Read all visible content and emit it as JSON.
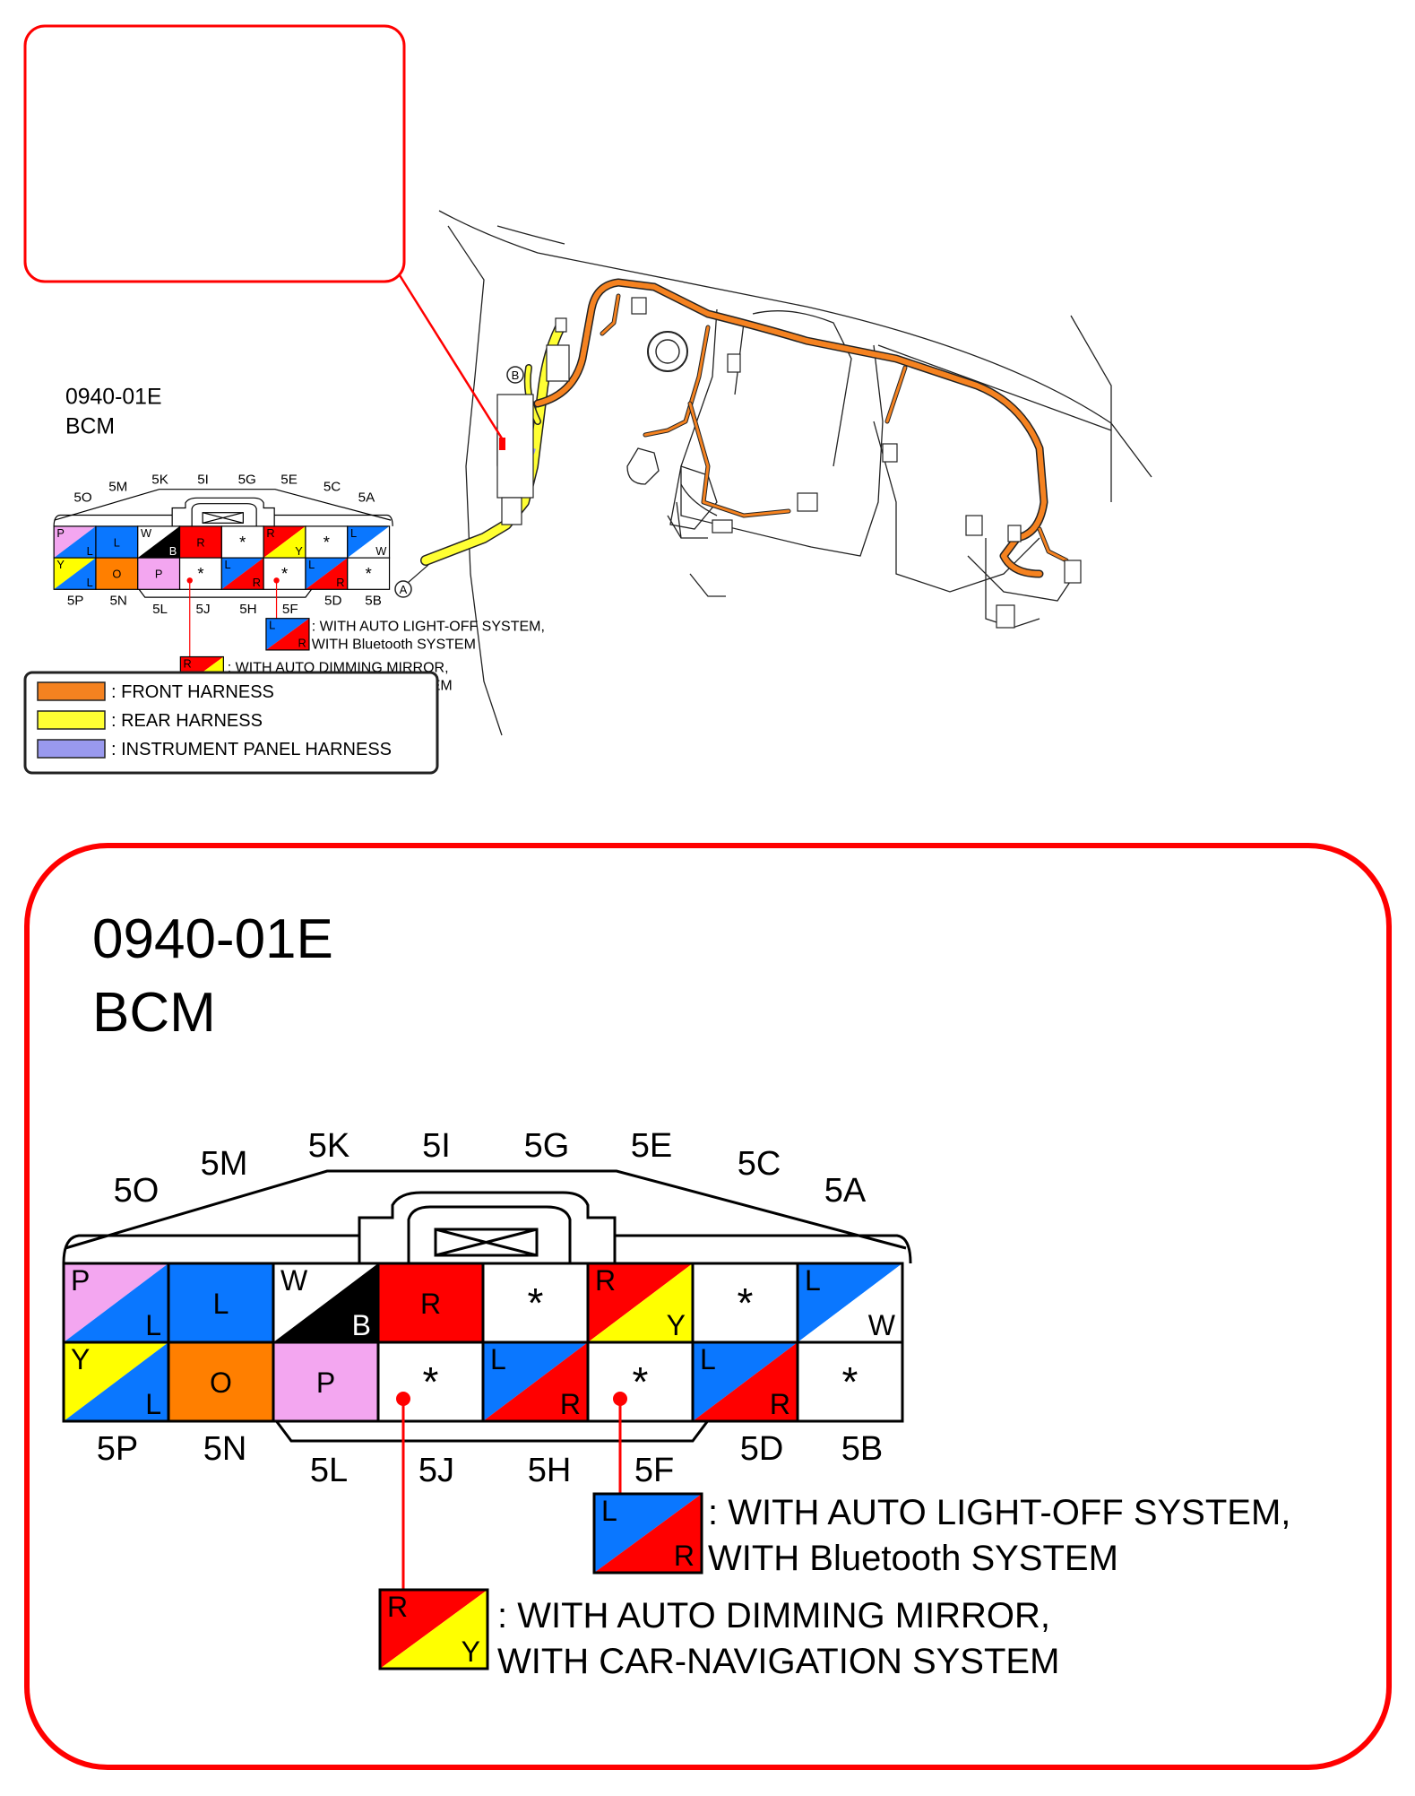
{
  "connector_code": "0940-01E",
  "connector_name": "BCM",
  "labels": {
    "marker_a": "A",
    "marker_b": "B"
  },
  "legend": [
    {
      "label": ": FRONT HARNESS",
      "color": "#f58220"
    },
    {
      "label": ": REAR HARNESS",
      "color": "#ffff33"
    },
    {
      "label": ": INSTRUMENT PANEL HARNESS",
      "color": "#9999ee"
    }
  ],
  "colors": {
    "P": "#f3a6f0",
    "L": "#0a77ff",
    "W": "#ffffff",
    "B": "#000000",
    "R": "#ff0000",
    "Y": "#ffff00",
    "O": "#ff7f00",
    "frame": "#ff0000"
  },
  "top_pin_labels": [
    "5O",
    "5M",
    "5K",
    "5I",
    "5G",
    "5E",
    "5C",
    "5A"
  ],
  "bottom_pin_labels": [
    "5P",
    "5N",
    "5L",
    "5J",
    "5H",
    "5F",
    "5D",
    "5B"
  ],
  "top_row": [
    {
      "pin": "5O",
      "a": "P",
      "b": "L"
    },
    {
      "pin": "5M",
      "a": "L"
    },
    {
      "pin": "5K",
      "a": "W",
      "b": "B"
    },
    {
      "pin": "5I",
      "a": "R"
    },
    {
      "pin": "5G",
      "a": "*"
    },
    {
      "pin": "5E",
      "a": "R",
      "b": "Y"
    },
    {
      "pin": "5C",
      "a": "*"
    },
    {
      "pin": "5A",
      "a": "L",
      "b": "W"
    }
  ],
  "bottom_row": [
    {
      "pin": "5P",
      "a": "Y",
      "b": "L"
    },
    {
      "pin": "5N",
      "a": "O"
    },
    {
      "pin": "5L",
      "a": "P"
    },
    {
      "pin": "5J",
      "a": "*"
    },
    {
      "pin": "5H",
      "a": "L",
      "b": "R"
    },
    {
      "pin": "5F",
      "a": "*"
    },
    {
      "pin": "5D",
      "a": "L",
      "b": "R"
    },
    {
      "pin": "5B",
      "a": "*"
    }
  ],
  "notes": [
    {
      "pin": "5F",
      "a": "L",
      "b": "R",
      "line1": ": WITH AUTO LIGHT-OFF SYSTEM,",
      "line2": "WITH Bluetooth SYSTEM"
    },
    {
      "pin": "5J",
      "a": "R",
      "b": "Y",
      "line1": ": WITH AUTO DIMMING MIRROR,",
      "line2": "WITH CAR-NAVIGATION SYSTEM"
    }
  ]
}
